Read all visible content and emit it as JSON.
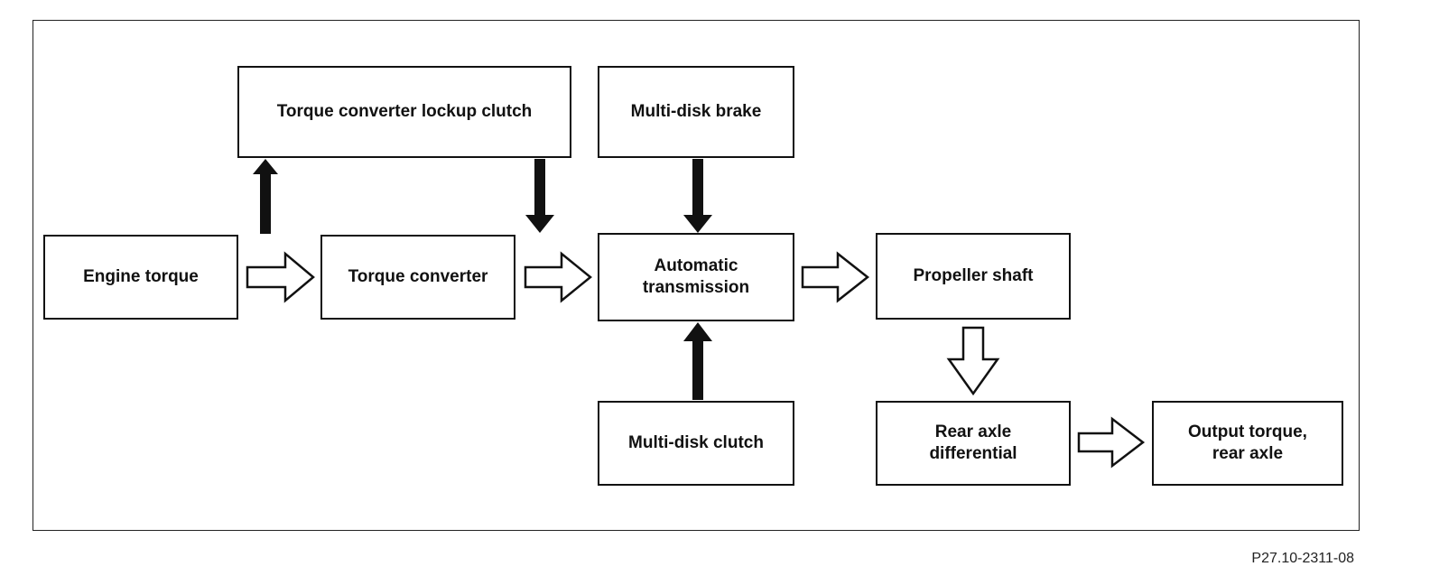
{
  "diagram": {
    "nodes": {
      "lockup_clutch": "Torque converter lockup clutch",
      "multidisk_brake": "Multi-disk brake",
      "engine_torque": "Engine torque",
      "torque_converter": "Torque converter",
      "automatic_transmission": "Automatic transmission",
      "propeller_shaft": "Propeller shaft",
      "multidisk_clutch": "Multi-disk clutch",
      "rear_axle_differential": "Rear axle differential",
      "output_torque": "Output torque, rear axle"
    },
    "edges": [
      {
        "from": "engine_torque",
        "to": "torque_converter",
        "style": "hollow"
      },
      {
        "from": "engine_torque",
        "to": "lockup_clutch",
        "style": "solid"
      },
      {
        "from": "lockup_clutch",
        "to": "automatic_transmission",
        "style": "solid"
      },
      {
        "from": "torque_converter",
        "to": "automatic_transmission",
        "style": "hollow"
      },
      {
        "from": "multidisk_brake",
        "to": "automatic_transmission",
        "style": "solid"
      },
      {
        "from": "multidisk_clutch",
        "to": "automatic_transmission",
        "style": "solid"
      },
      {
        "from": "automatic_transmission",
        "to": "propeller_shaft",
        "style": "hollow"
      },
      {
        "from": "propeller_shaft",
        "to": "rear_axle_differential",
        "style": "hollow"
      },
      {
        "from": "rear_axle_differential",
        "to": "output_torque",
        "style": "hollow"
      }
    ],
    "figure_code": "P27.10-2311-08"
  }
}
